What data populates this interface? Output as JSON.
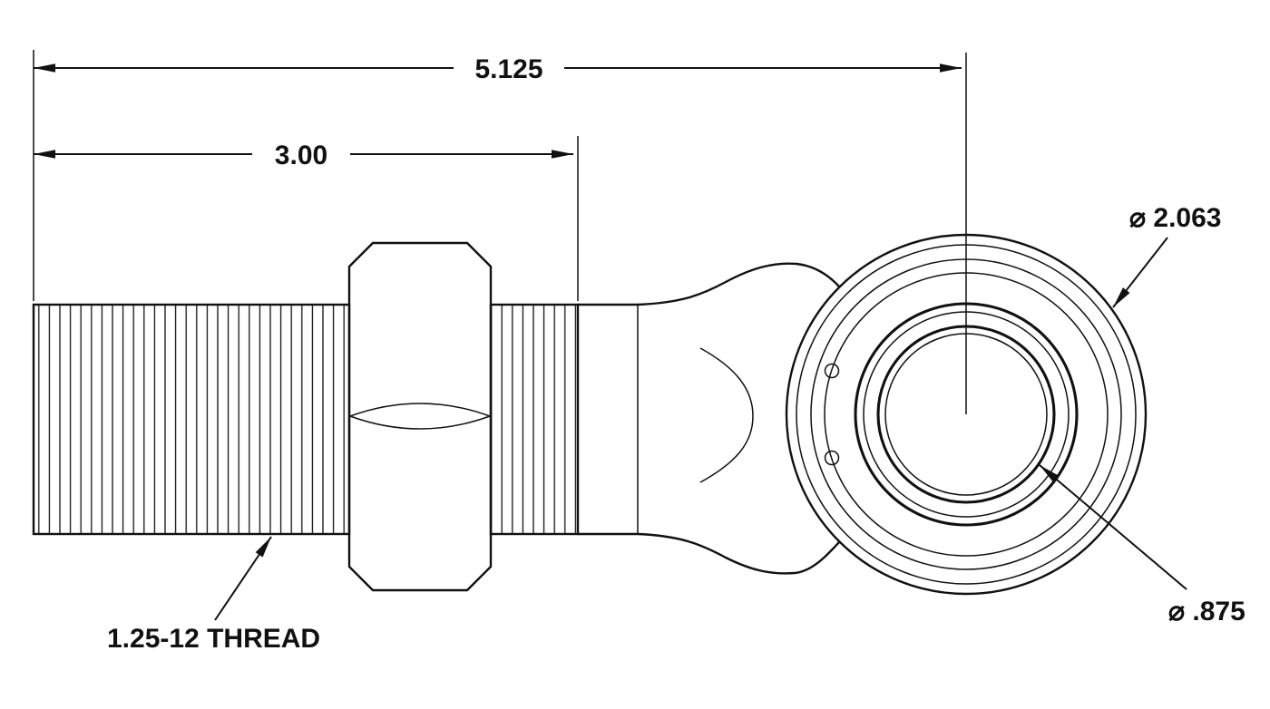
{
  "drawing": {
    "type": "technical-drawing",
    "subject": "rod-end-bearing-side-view",
    "background": "#ffffff",
    "line_color": "#111111",
    "labels": {
      "overall_length": "5.125",
      "thread_length": "3.00",
      "head_diameter": "⌀ 2.063",
      "bore_diameter": "⌀ .875",
      "thread_spec": "1.25-12 THREAD"
    }
  }
}
